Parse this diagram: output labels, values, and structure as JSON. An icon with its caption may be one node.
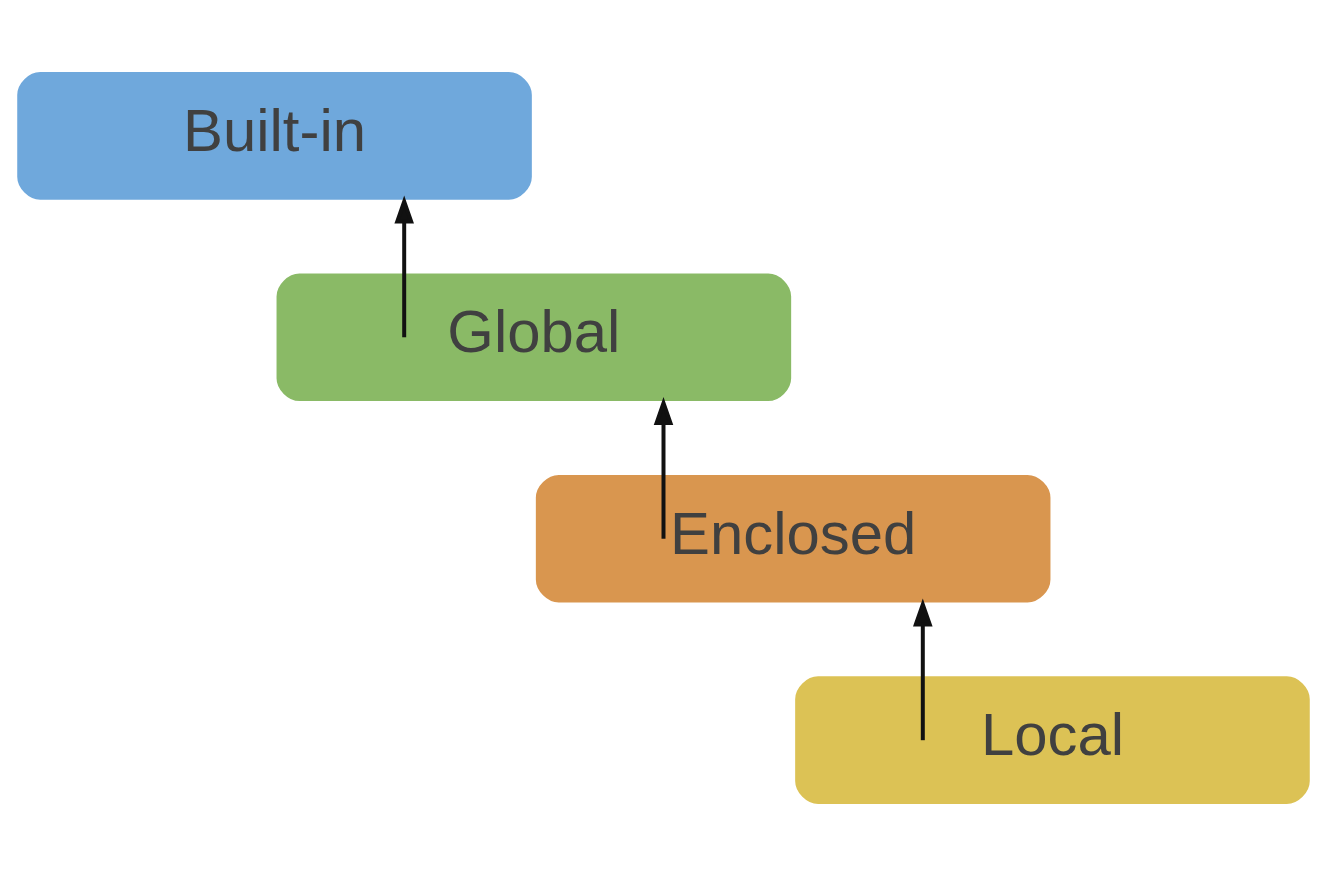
{
  "diagram": {
    "nodes": [
      {
        "text": [
          "Built-in"
        ]
      },
      {
        "text": [
          "Global"
        ]
      },
      {
        "text": [
          "Enclosed"
        ]
      },
      {
        "text": [
          "Local"
        ]
      }
    ],
    "edges": [
      {
        "from": 1,
        "to": 0,
        "arrow": "to"
      },
      {
        "from": 2,
        "to": 1,
        "arrow": "to"
      },
      {
        "from": 3,
        "to": 2,
        "arrow": "to"
      }
    ]
  }
}
